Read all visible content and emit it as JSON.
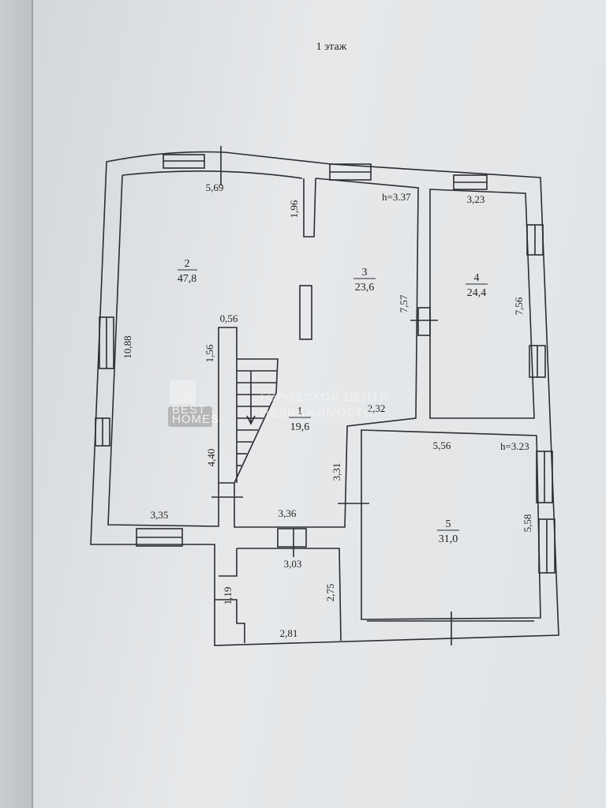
{
  "title": "1 этаж",
  "rooms": [
    {
      "number": "1",
      "area": "19,6"
    },
    {
      "number": "2",
      "area": "47,8"
    },
    {
      "number": "3",
      "area": "23,6"
    },
    {
      "number": "4",
      "area": "24,4"
    },
    {
      "number": "5",
      "area": "31,0"
    }
  ],
  "heights": {
    "room3": "h=3.37",
    "room5": "h=3.23"
  },
  "dimensions": {
    "d569": "5,69",
    "d196": "1,96",
    "d323": "3,23",
    "d757": "7,57",
    "d756": "7,56",
    "d1088": "10,88",
    "d056": "0,56",
    "d156": "1,56",
    "d232": "2,32",
    "d440": "4,40",
    "d331": "3,31",
    "d556": "5,56",
    "d558": "5,58",
    "d335": "3,35",
    "d336": "3,36",
    "d303": "3,03",
    "d119": "1,19",
    "d275": "2,75",
    "d281": "2,81"
  },
  "watermark": {
    "brand_top": "BEST",
    "brand_bottom": "HOMES",
    "line1": "ГОРОДСКОЙ ЦЕНТР",
    "line2": "НЕДВИЖИМОСТИ"
  }
}
